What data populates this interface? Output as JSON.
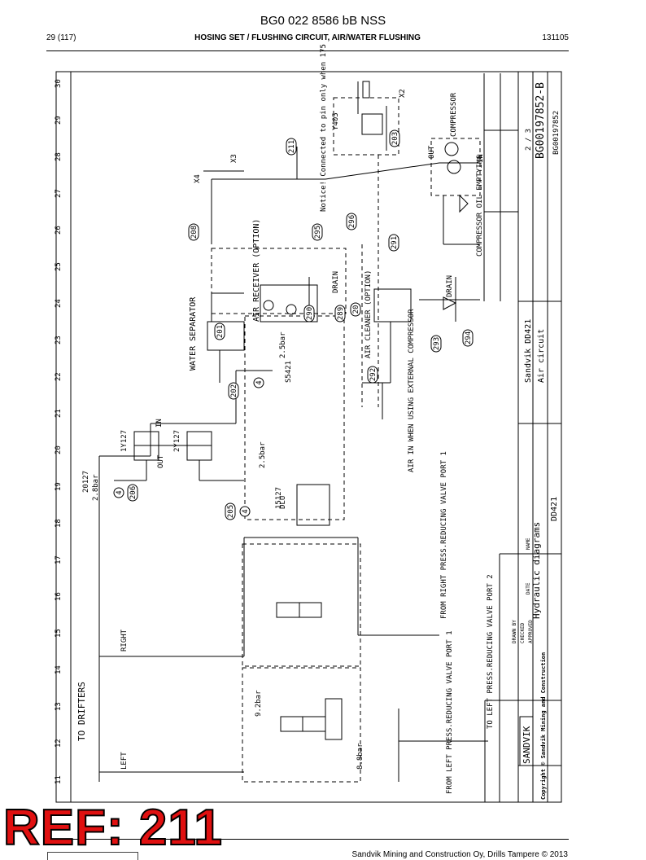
{
  "header": {
    "doc_id": "BG0 022 8586 bB NSS",
    "page": "29 (117)",
    "section": "HOSING SET / FLUSHING CIRCUIT, AIR/WATER FLUSHING",
    "date": "131105"
  },
  "footer": {
    "company": "Sandvik Mining and Construction Oy, Drills Tampere © 2013"
  },
  "overlay": {
    "ref_label": "REF: 211"
  },
  "drawing": {
    "grid_numbers": [
      "11",
      "12",
      "13",
      "14",
      "15",
      "16",
      "17",
      "18",
      "19",
      "20",
      "21",
      "22",
      "23",
      "24",
      "25",
      "26",
      "27",
      "28",
      "29",
      "30"
    ],
    "callouts": [
      "211",
      "208",
      "295",
      "296",
      "291",
      "203",
      "201",
      "202",
      "290",
      "289",
      "20",
      "292",
      "293",
      "294",
      "205",
      "206",
      "4",
      "4",
      "4"
    ],
    "labels": {
      "water_separator": "WATER SEPARATOR",
      "air_receiver": "AIR RECEIVER (OPTION)",
      "air_cleaner": "AIR CLEANER (OPTION)",
      "compressor": "COMPRESSOR",
      "compressor_oil": "COMPRESSOR OIL EMPTYING",
      "notice": "Notice! Connected to pin only when 175",
      "air_in": "AIR IN WHEN USING EXTERNAL COMPRESSOR",
      "to_drifters": "TO DRIFTERS",
      "right": "RIGHT",
      "left": "LEFT",
      "from_right": "FROM RIGHT PRESS.REDUCING VALVE PORT 1",
      "to_left": "TO LEFT PRESS.REDUCING VALVE PORT 2",
      "from_left": "FROM LEFT PRESS.REDUCING VALVE PORT 1",
      "dlu": "DLU",
      "drain": "DRAIN",
      "out": "OUT",
      "in": "IN",
      "x2": "X2",
      "x3": "X3",
      "x4": "X4",
      "y405": "Y405",
      "s5421": "S5421",
      "s15127": "15127",
      "s20127": "20127",
      "y1": "1Y127",
      "y2": "2Y127",
      "p25": "2.5bar",
      "p28": "2.8bar",
      "p92": "9.2bar",
      "p8": "8.8bar"
    },
    "title_block": {
      "brand": "SANDVIK",
      "copyright": "Copyright © Sandvik Mining and Construction",
      "title": "Hydraulic diagrams",
      "model": "DD421",
      "circuit_title": "Sandvik DD421",
      "circuit_sub": "Air circuit",
      "drawing_no": "BG00197852-B",
      "doc_no": "BG00197852",
      "sheet": "2 / 3",
      "name": "NAME",
      "date": "DATE",
      "drawn": "DRAWN BY",
      "checked": "CHECKED",
      "approved": "APPROVED"
    }
  }
}
